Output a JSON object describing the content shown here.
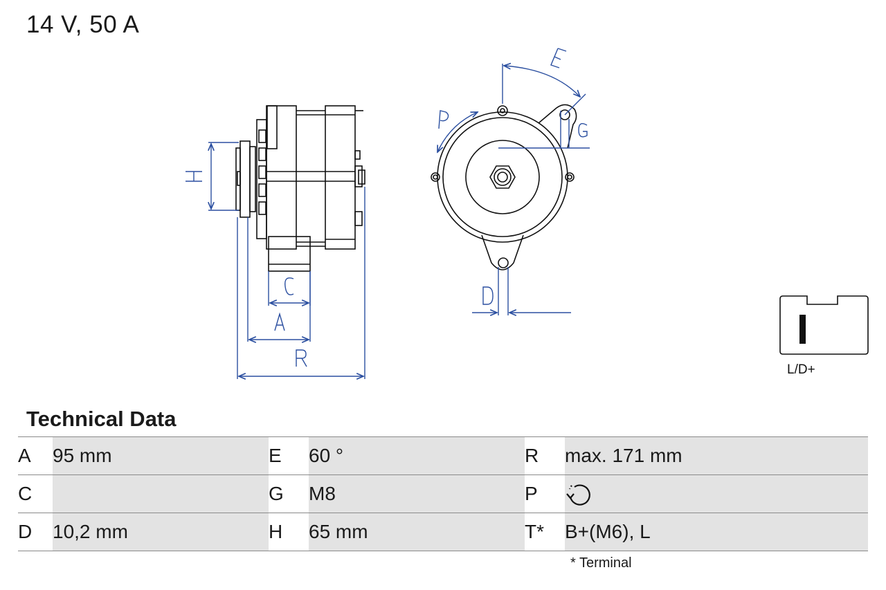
{
  "header": {
    "title": "14 V, 50 A"
  },
  "connector": {
    "label": "L/D+"
  },
  "section": {
    "title": "Technical Data"
  },
  "table": {
    "rows": [
      [
        {
          "key": "A",
          "value": "95 mm"
        },
        {
          "key": "E",
          "value": "60 °"
        },
        {
          "key": "R",
          "value": "max. 171 mm"
        }
      ],
      [
        {
          "key": "C",
          "value": ""
        },
        {
          "key": "G",
          "value": "M8"
        },
        {
          "key": "P",
          "value": "",
          "icon": "rotation-direction-icon"
        }
      ],
      [
        {
          "key": "D",
          "value": "10,2 mm"
        },
        {
          "key": "H",
          "value": "65 mm"
        },
        {
          "key": "T*",
          "value": "B+(M6), L"
        }
      ]
    ]
  },
  "footnote": "* Terminal",
  "diagram": {
    "dimension_labels": [
      "A",
      "C",
      "D",
      "E",
      "G",
      "H",
      "P",
      "R"
    ],
    "colors": {
      "dimension": "#2b4fa0",
      "outline": "#111111",
      "value_cell": "#e3e3e3"
    }
  }
}
